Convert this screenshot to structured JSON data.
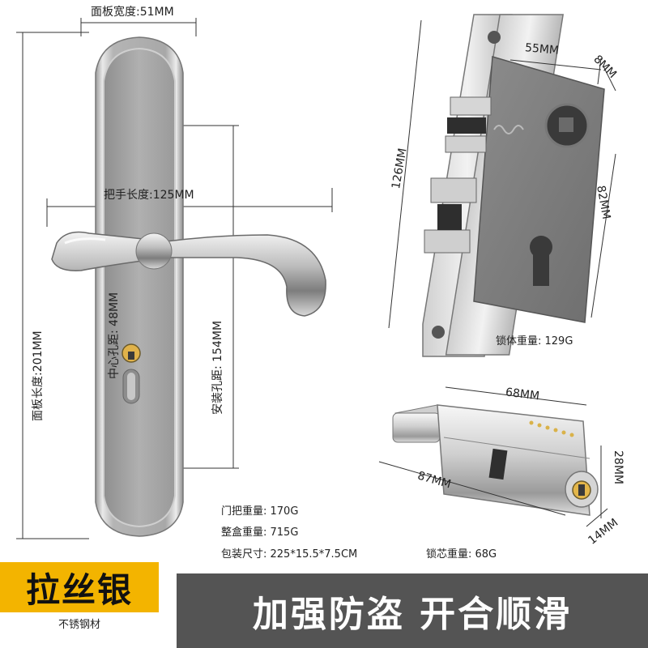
{
  "dimensions": {
    "panel_width": "面板宽度:51MM",
    "handle_length": "把手长度:125MM",
    "panel_length": "面板长度:201MM",
    "center_hole": "中心孔距: 48MM",
    "install_hole": "安装孔距: 154MM",
    "body_55": "55MM",
    "body_8": "8MM",
    "body_126": "126MM",
    "body_82": "82MM",
    "cyl_68": "68MM",
    "cyl_87": "87MM",
    "cyl_28": "28MM",
    "cyl_14": "14MM"
  },
  "weights": {
    "lock_body": "锁体重量: 129G",
    "handle": "门把重量: 170G",
    "box": "整盒重量: 715G",
    "package": "包装尺寸: 225*15.5*7.5CM",
    "cylinder": "锁芯重量: 68G"
  },
  "footer": {
    "finish_title": "拉丝银",
    "material": "不锈钢材",
    "slogan": "加强防盗 开合顺滑"
  },
  "colors": {
    "accent_yellow": "#f3b400",
    "banner_gray": "#545454"
  }
}
